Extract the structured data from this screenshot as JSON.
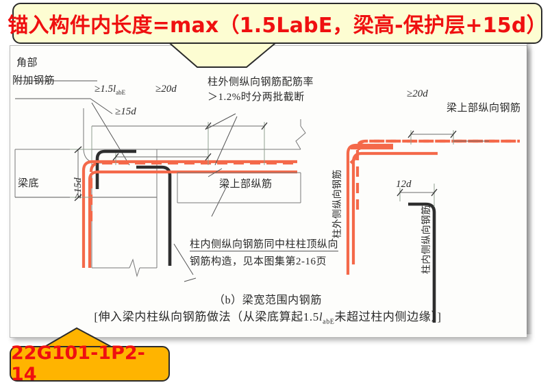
{
  "top_callout": {
    "text": "锚入构件内长度=max（1.5LabE，梁高-保护层+15d）",
    "bg": "#fdfdd2",
    "fg": "#ef1010"
  },
  "bottom_badge": {
    "text": "22G101-1P2-14",
    "bg": "#ffb400",
    "fg": "#ef1010"
  },
  "diagram": {
    "labels": {
      "corner_1": "角部",
      "corner_2": "附加钢筋",
      "beam_bottom": "梁底",
      "rate_note_1": "柱外侧纵向钢筋配筋率",
      "rate_note_2": "＞1.2%时分两批截断",
      "beam_top_bar_short": "梁上部纵筋",
      "beam_top_bar_long": "梁上部纵向钢筋",
      "inner_note_1": "柱内侧纵向钢筋同中柱柱顶纵向",
      "inner_note_2": "钢筋构造，见本图集第2-16页",
      "col_outer_vertical": "柱外侧纵向钢筋",
      "col_inner_vertical": "柱内侧纵向钢筋"
    },
    "dimensions": {
      "d_15labe": "≥1.5l",
      "d_15labe_sub": "abE",
      "d_20d_left": "≥20",
      "d_20d_left_u": "d",
      "d_15d_top": "≥15",
      "d_15d_top_u": "d",
      "d_15d_left": "≥15",
      "d_15d_left_u": "d",
      "d_20d_right": "≥20",
      "d_20d_right_u": "d",
      "d_12d": "12",
      "d_12d_u": "d"
    },
    "caption_main": "（b）梁宽范围内钢筋",
    "caption_sub": "[伸入梁内柱纵向钢筋做法（从梁底算起1.5labE未超过柱内侧边缘）]",
    "caption_sub_pre": "[伸入梁内柱纵向钢筋做法（从梁底算起1.5",
    "caption_sub_ital": "l",
    "caption_sub_sub": "abE",
    "caption_sub_post": "未超过柱内侧边缘）]",
    "colors": {
      "outer_rebar": "#f4694a",
      "inner_rebar": "#2e2e2e",
      "thin_line": "#6e6e6e",
      "sheet_bg": "#fdfdfb"
    }
  }
}
